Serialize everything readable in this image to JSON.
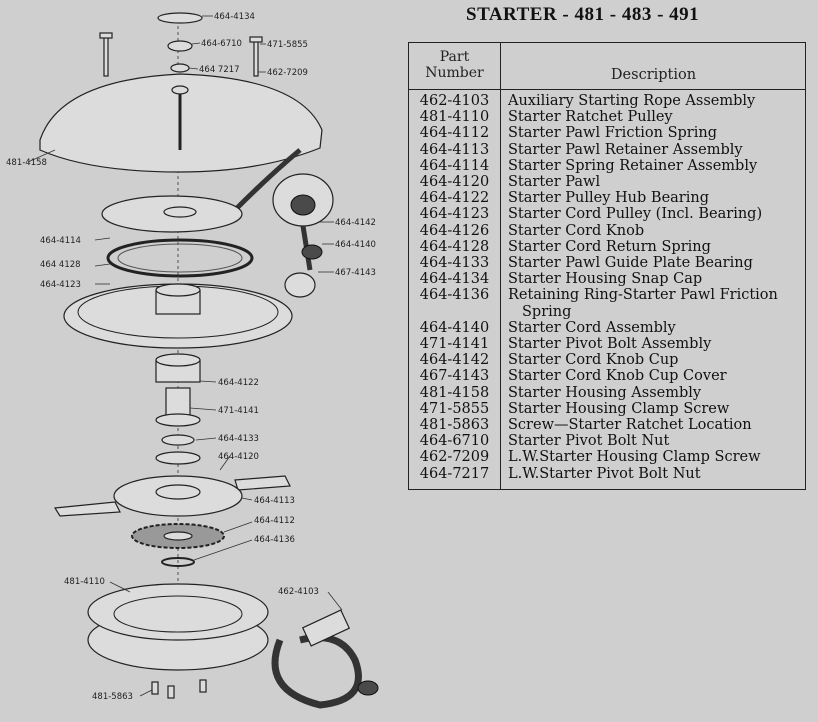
{
  "title": "STARTER - 481 - 483 - 491",
  "table": {
    "header_part": "Part Number",
    "header_part_line1": "Part",
    "header_part_line2": "Number",
    "header_description": "Description",
    "rows": [
      {
        "part": "462-4103",
        "description": "Auxiliary Starting Rope Assembly"
      },
      {
        "part": "481-4110",
        "description": "Starter Ratchet Pulley"
      },
      {
        "part": "464-4112",
        "description": "Starter Pawl Friction Spring"
      },
      {
        "part": "464-4113",
        "description": "Starter Pawl Retainer Assembly"
      },
      {
        "part": "464-4114",
        "description": "Starter Spring Retainer Assembly"
      },
      {
        "part": "464-4120",
        "description": "Starter Pawl"
      },
      {
        "part": "464-4122",
        "description": "Starter Pulley Hub Bearing"
      },
      {
        "part": "464-4123",
        "description": "Starter Cord Pulley (Incl. Bearing)"
      },
      {
        "part": "464-4126",
        "description": "Starter Cord Knob"
      },
      {
        "part": "464-4128",
        "description": "Starter Cord Return Spring"
      },
      {
        "part": "464-4133",
        "description": "Starter Pawl Guide Plate Bearing"
      },
      {
        "part": "464-4134",
        "description": "Starter Housing Snap Cap"
      },
      {
        "part": "464-4136",
        "description": "Retaining Ring-Starter Pawl Friction",
        "description_cont": "Spring"
      },
      {
        "part": "464-4140",
        "description": "Starter Cord Assembly"
      },
      {
        "part": "471-4141",
        "description": "Starter Pivot Bolt Assembly"
      },
      {
        "part": "464-4142",
        "description": "Starter Cord Knob Cup"
      },
      {
        "part": "467-4143",
        "description": "Starter Cord Knob Cup Cover"
      },
      {
        "part": "481-4158",
        "description": "Starter Housing Assembly"
      },
      {
        "part": "471-5855",
        "description": "Starter Housing Clamp Screw"
      },
      {
        "part": "481-5863",
        "description": "Screw—Starter Ratchet Location"
      },
      {
        "part": "464-6710",
        "description": "Starter Pivot Bolt Nut"
      },
      {
        "part": "462-7209",
        "description": "L.W.Starter Housing Clamp Screw"
      },
      {
        "part": "464-7217",
        "description": "L.W.Starter Pivot Bolt Nut"
      }
    ]
  },
  "diagram_labels": {
    "l_464_4134": "464-4134",
    "l_464_6710": "464-6710",
    "l_471_5855": "471-5855",
    "l_464_7217": "464 7217",
    "l_462_7209": "462-7209",
    "l_481_4158": "481-4158",
    "l_464_4142": "464-4142",
    "l_464_4140": "464-4140",
    "l_464_4114": "464-4114",
    "l_464_4128": "464 4128",
    "l_467_4143": "467-4143",
    "l_464_4123": "464-4123",
    "l_464_4122": "464-4122",
    "l_471_4141": "471-4141",
    "l_464_4133": "464-4133",
    "l_464_4120": "464-4120",
    "l_464_4113": "464-4113",
    "l_464_4112": "464-4112",
    "l_464_4136": "464-4136",
    "l_481_4110": "481-4110",
    "l_462_4103": "462-4103",
    "l_481_5863": "481-5863"
  }
}
